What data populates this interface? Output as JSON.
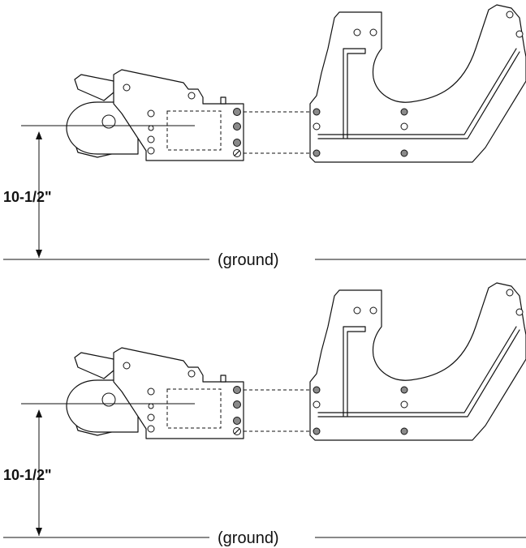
{
  "figures": [
    {
      "id": "top",
      "dimension_label": "10-1/2\"",
      "ground_label": "(ground)"
    },
    {
      "id": "bottom",
      "dimension_label": "10-1/2\"",
      "ground_label": "(ground)"
    }
  ],
  "colors": {
    "line": "#111111",
    "bolt_fill": "#8a8a8a",
    "background": "#ffffff"
  }
}
